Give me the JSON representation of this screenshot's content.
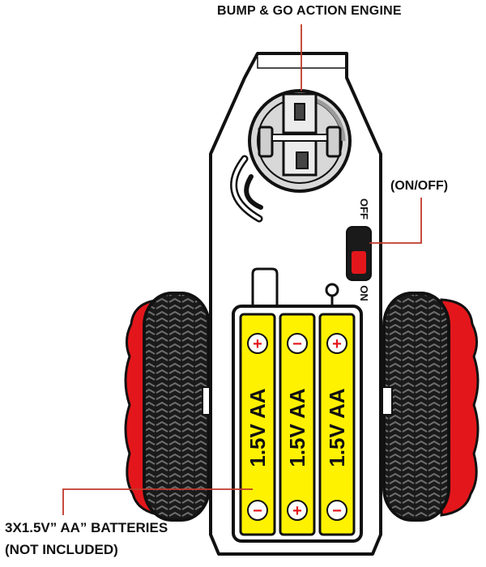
{
  "labels": {
    "engine": "BUMP & GO ACTION ENGINE",
    "switch": "(ON/OFF)",
    "batteries_line1": "3X1.5V”  AA”  BATTERIES",
    "batteries_line2": "(NOT INCLUDED)"
  },
  "switch": {
    "off_text": "OFF",
    "on_text": "ON",
    "state": "ON"
  },
  "batteries": [
    {
      "text": "1.5V AA",
      "top_terminal": "+",
      "bottom_terminal": "−"
    },
    {
      "text": "1.5V AA",
      "top_terminal": "−",
      "bottom_terminal": "+"
    },
    {
      "text": "1.5V AA",
      "top_terminal": "+",
      "bottom_terminal": "−"
    }
  ],
  "colors": {
    "leader_line": "#c0392b",
    "battery_fill": "#fff200",
    "tire_red": "#e3171b",
    "tire_black": "#1a1a1a",
    "outline": "#111111",
    "switch_red": "#e3171b"
  }
}
